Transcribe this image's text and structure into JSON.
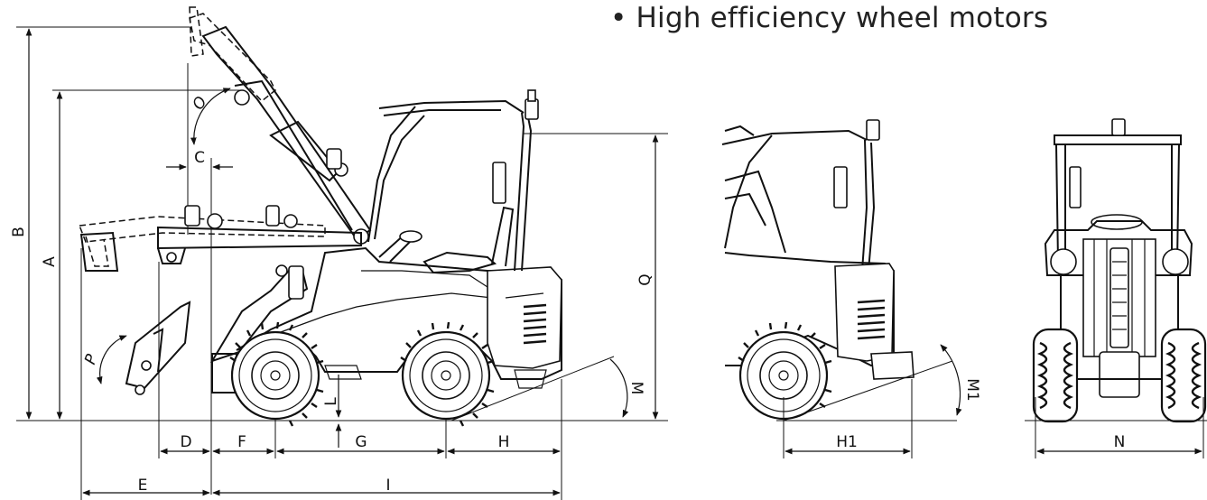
{
  "headline": "• High efficiency wheel motors",
  "dimension_labels": {
    "A": "A",
    "B": "B",
    "C": "C",
    "D": "D",
    "E": "E",
    "F": "F",
    "G": "G",
    "H": "H",
    "I": "I",
    "L": "L",
    "M": "M",
    "N": "N",
    "O": "O",
    "P": "P",
    "Q": "Q",
    "H1": "H1",
    "M1": "M1"
  },
  "colors": {
    "line": "#111111",
    "background": "#ffffff",
    "text": "#222222"
  }
}
